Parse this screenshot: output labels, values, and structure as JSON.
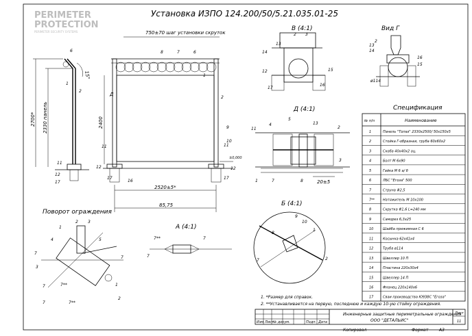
{
  "logo": {
    "line1": "PERIMETER",
    "line2": "PROTECTION",
    "line3": "PERIMETER SECURITY SYSTEMS"
  },
  "title": "Установка ИЗПО 124.200/50/5.21.035.01-25",
  "main_view": {
    "step_label": "750±70 шаг установки скруток",
    "height_total": "2700*",
    "height_panel": "2330 панель",
    "height_post": "2400",
    "angle": "15°",
    "level": "±0,000",
    "dim_a": "2520±5*",
    "dim_b": "85,75",
    "d_marker": "Д"
  },
  "views": {
    "v_title": "В (4:1)",
    "g_title": "Вид Г",
    "d_title": "Д (4:1)",
    "b_title": "Б (4:1)",
    "a_title": "А (4:1)",
    "diameter": "ø114",
    "d_dim": "20±5"
  },
  "turn_label": "Поворот ограждения",
  "spec": {
    "title": "Спецификация",
    "header_no": "№ п/п",
    "header_name": "Наименование",
    "rows": [
      {
        "no": "1",
        "name": "Панель \"Топаз\" 2330х2500/ 50х150х5"
      },
      {
        "no": "2",
        "name": "Стойка Г-образная, труба 60х60х2"
      },
      {
        "no": "3",
        "name": "Скоба 40х40х2 оц."
      },
      {
        "no": "4",
        "name": "Болт М 6х90"
      },
      {
        "no": "5",
        "name": "Гайка М 6 а/ б"
      },
      {
        "no": "6",
        "name": "ЛБС \"Егоза\" 500"
      },
      {
        "no": "7",
        "name": "Струна #2,5"
      },
      {
        "no": "7**",
        "name": "Натяжитель М 10х100"
      },
      {
        "no": "8",
        "name": "Скрутка #1,6 L=240 мм"
      },
      {
        "no": "9",
        "name": "Саморез 6,3х25"
      },
      {
        "no": "10",
        "name": "Шайба прижимная С 6"
      },
      {
        "no": "11",
        "name": "Косынка 62х41х4"
      },
      {
        "no": "12",
        "name": "Труба ø114"
      },
      {
        "no": "13",
        "name": "Швеллер 10 П"
      },
      {
        "no": "14",
        "name": "Пластина 220х30х4"
      },
      {
        "no": "15",
        "name": "Швеллер 14 П"
      },
      {
        "no": "16",
        "name": "Фланец 220х140х6"
      },
      {
        "no": "17",
        "name": "Сваи производства Ю9ЗВС \"Егоза\""
      }
    ]
  },
  "notes": {
    "n1": "1. *Размер для справок.",
    "n2": "2. **Устанавливается на первую, последнюю и каждую 10-ую стойку ограждения."
  },
  "stamp": {
    "company": "Инженерные защитные периметральные ограждения",
    "org": "ООО \"ДЕТАЛЬИС\"",
    "col1": "Изм",
    "col2": "Лист",
    "col3": "№ докум.",
    "col4": "Подп.",
    "col5": "Дата",
    "sheet_label": "Лист",
    "sheet_value": "11",
    "copied": "Копировал",
    "format_label": "Формат",
    "format_value": "А3"
  }
}
